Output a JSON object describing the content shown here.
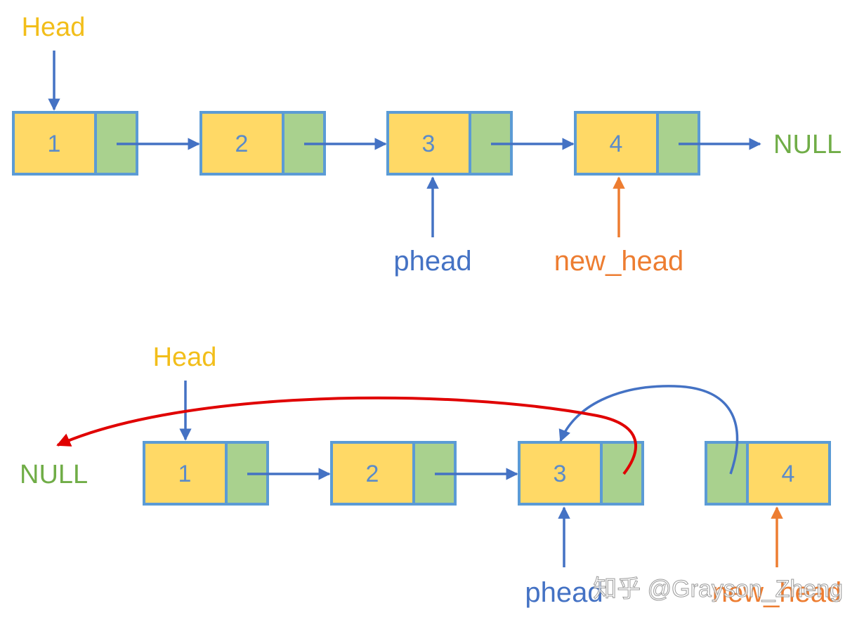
{
  "colors": {
    "data_fill": "#FFD966",
    "next_fill": "#A9D18E",
    "node_border": "#5B9BD5",
    "arrow_blue": "#4472C4",
    "arrow_orange": "#ED7D31",
    "arrow_red": "#E00000",
    "head_text": "#F2BE1A",
    "null_text": "#70AD47",
    "phead_text": "#4472C4",
    "new_head_text": "#ED7D31",
    "node_number_text": "#5B8BC9"
  },
  "top": {
    "head_label": "Head",
    "nodes": [
      {
        "value": "1"
      },
      {
        "value": "2"
      },
      {
        "value": "3"
      },
      {
        "value": "4"
      }
    ],
    "null_label": "NULL",
    "phead_label": "phead",
    "new_head_label": "new_head"
  },
  "bottom": {
    "head_label": "Head",
    "nodes": [
      {
        "value": "1"
      },
      {
        "value": "2"
      },
      {
        "value": "3"
      },
      {
        "value": "4"
      }
    ],
    "null_label": "NULL",
    "phead_label": "phead",
    "new_head_label": "new_head"
  },
  "watermark": "知乎 @Grayson_Zheng"
}
